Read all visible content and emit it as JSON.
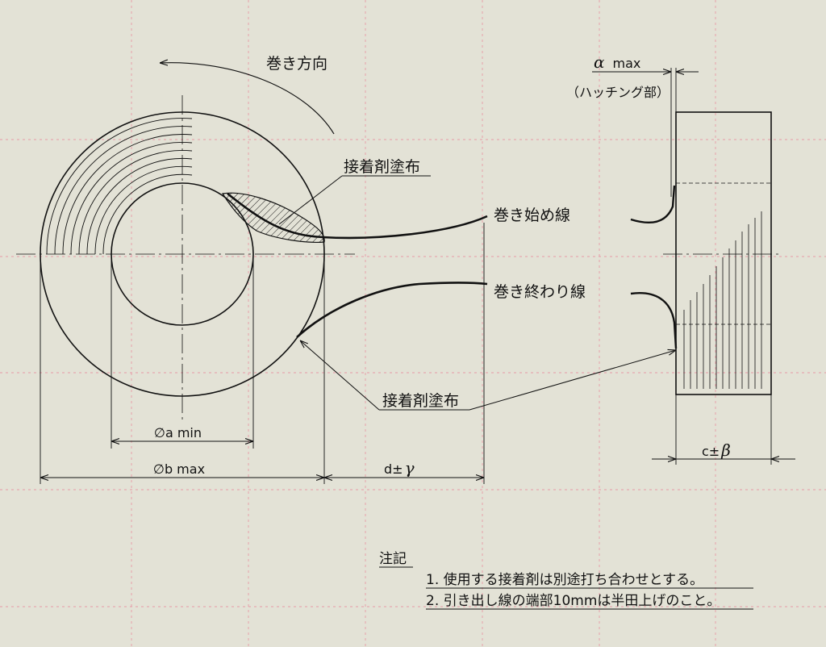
{
  "labels": {
    "winding_direction": "巻き方向",
    "adhesive_top": "接着剤塗布",
    "adhesive_bottom": "接着剤塗布",
    "winding_start": "巻き始め線",
    "winding_end": "巻き終わり線",
    "alpha": "α",
    "alpha_suffix": "max",
    "hatching": "（ハッチング部）"
  },
  "dimensions": {
    "a": "∅a min",
    "b": "∅b max",
    "d": "d±",
    "gamma": "γ",
    "c": "c±",
    "beta": "β"
  },
  "notes": {
    "title": "注記",
    "items": [
      "1. 使用する接着剤は別途打ち合わせとする。",
      "2. 引き出し線の端部10mmは半田上げのこと。"
    ]
  },
  "colors": {
    "background": "#e3e2d6",
    "line": "#111111",
    "grid": "#e79aa7"
  }
}
